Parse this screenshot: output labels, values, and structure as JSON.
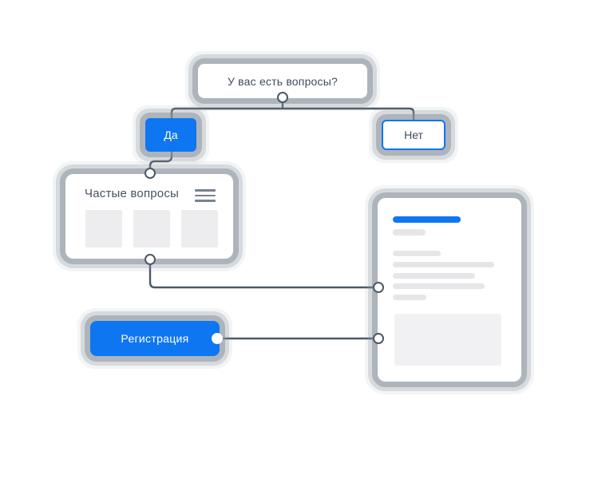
{
  "colors": {
    "accent_blue": "#0e76f1",
    "text_navy": "#3e4d5f",
    "connector": "#4b5967",
    "placeholder_gray": "#e6e6e8",
    "placeholder_light": "#f1f1f3",
    "card_white": "#ffffff"
  },
  "flowchart": {
    "question_node": {
      "label": "У вас есть вопросы?"
    },
    "yes_node": {
      "label": "Да"
    },
    "no_node": {
      "label": "Нет"
    },
    "faq_node": {
      "title": "Частые вопросы",
      "menu_icon": "hamburger-icon",
      "thumbnail_count": 3
    },
    "register_node": {
      "label": "Регистрация"
    },
    "detail_node": {
      "heading_placeholder": "heading-bar-placeholder",
      "text_line_count": 6,
      "has_image_placeholder": true
    }
  }
}
